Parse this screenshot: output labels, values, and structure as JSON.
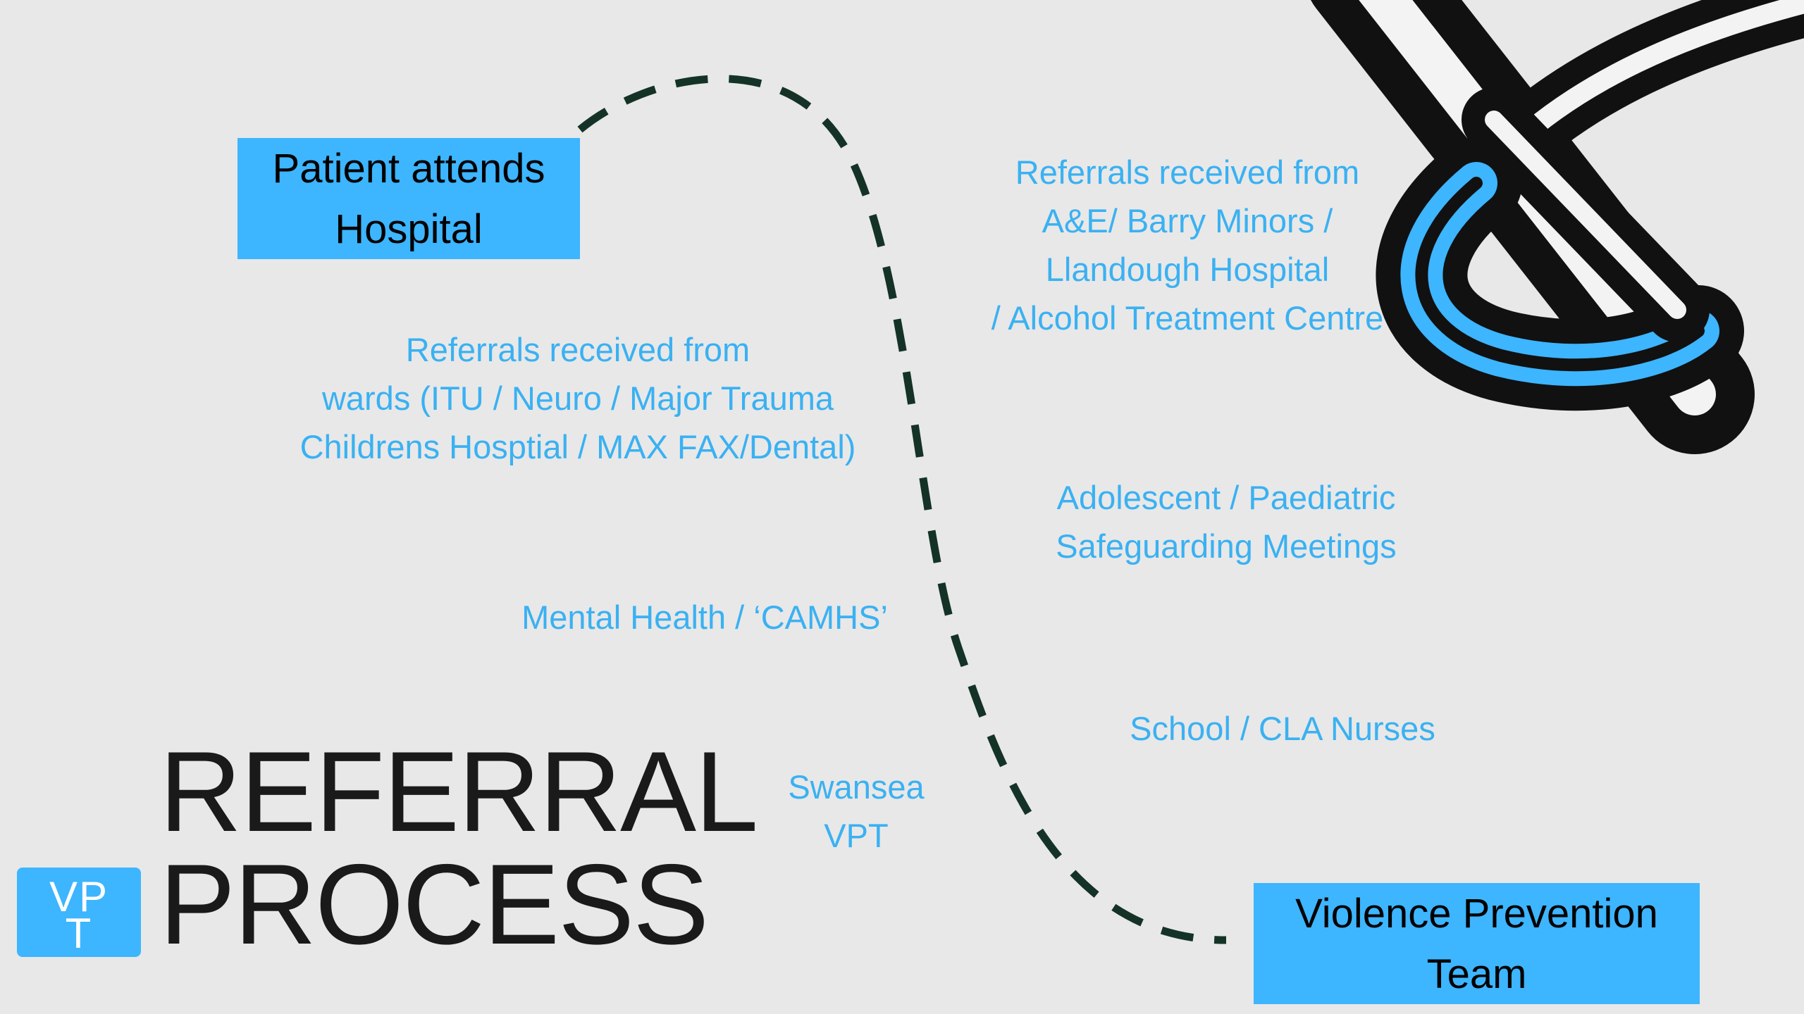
{
  "slide": {
    "start_box": {
      "text": "Patient attends\nHospital"
    },
    "end_box": {
      "text": "Violence Prevention\nTeam"
    },
    "referral_sources": [
      {
        "text": "Referrals received from\nA&E/ Barry Minors /\nLlandough Hospital\n/ Alcohol Treatment Centre"
      },
      {
        "text": "Referrals received from\nwards (ITU / Neuro / Major Trauma\nChildrens Hosptial / MAX FAX/Dental)"
      },
      {
        "text": "Adolescent / Paediatric\nSafeguarding Meetings"
      },
      {
        "text": "Mental Health / ‘CAMHS’"
      },
      {
        "text": "School / CLA Nurses"
      },
      {
        "text": "Swansea\nVPT"
      }
    ],
    "title": "REFERRAL\nPROCESS",
    "logo_badge": {
      "text": "VP\nT"
    }
  },
  "colors": {
    "background": "#e8e8e8",
    "box_fill": "#3db5ff",
    "referral_text": "#3ab1f2",
    "path_stroke": "#143326",
    "title_text": "#1a1a1a"
  },
  "icons": {
    "path": "dashed-curve-connector",
    "decoration": "ribbon-swirl-graphic"
  }
}
